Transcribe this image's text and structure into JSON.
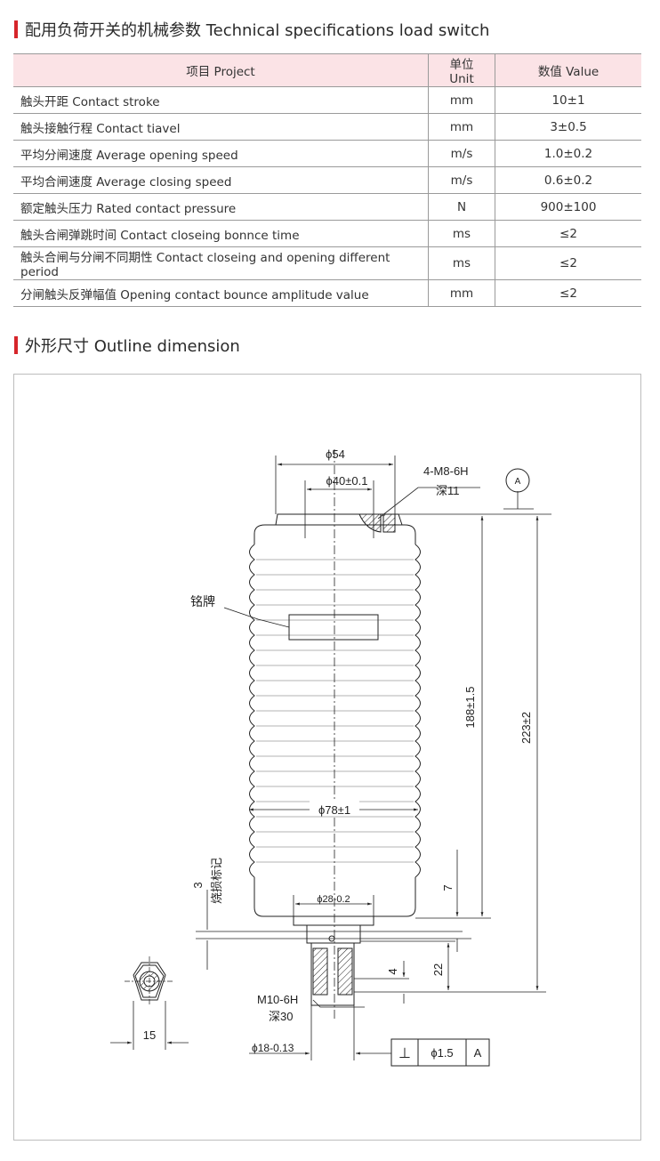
{
  "spec_section": {
    "title": "配用负荷开关的机械参数 Technical specifications load switch"
  },
  "table": {
    "headers": [
      "项目 Project",
      "单位 Unit",
      "数值 Value"
    ],
    "rows": [
      [
        "触头开距 Contact stroke",
        "mm",
        "10±1"
      ],
      [
        "触头接触行程 Contact tiavel",
        "mm",
        "3±0.5"
      ],
      [
        "平均分闸速度 Average opening speed",
        "m/s",
        "1.0±0.2"
      ],
      [
        "平均合闸速度 Average closing speed",
        "m/s",
        "0.6±0.2"
      ],
      [
        "额定触头压力 Rated contact pressure",
        "N",
        "900±100"
      ],
      [
        "触头合闸弹跳时间 Contact closeing bonnce time",
        "ms",
        "≤2"
      ],
      [
        "触头合闸与分闸不同期性 Contact closeing and opening different period",
        "ms",
        "≤2"
      ],
      [
        "分闸触头反弹幅值 Opening contact bounce amplitude value",
        "mm",
        "≤2"
      ]
    ]
  },
  "outline_section": {
    "title": "外形尺寸 Outline dimension"
  },
  "drawing": {
    "dim_phi54": "ϕ54",
    "dim_phi40": "ϕ40±0.1",
    "thread_top": "4-M8-6H",
    "thread_top_depth": "深11",
    "datum": "A",
    "nameplate": "铭牌",
    "dim_188": "188±1.5",
    "dim_223": "223±2",
    "dim_phi78": "ϕ78±1",
    "burn_mark": "烧损标记",
    "dim_3": "3",
    "dim_7": "7",
    "dim_phi28": "ϕ28-0.2",
    "dim_4": "4",
    "dim_22": "22",
    "thread_bottom": "M10-6H",
    "thread_bottom_depth": "深30",
    "dim_15": "15",
    "dim_phi18": "ϕ18-0.13",
    "tol_symbol": "⊥",
    "tol_value": "ϕ1.5",
    "tol_datum": "A"
  }
}
